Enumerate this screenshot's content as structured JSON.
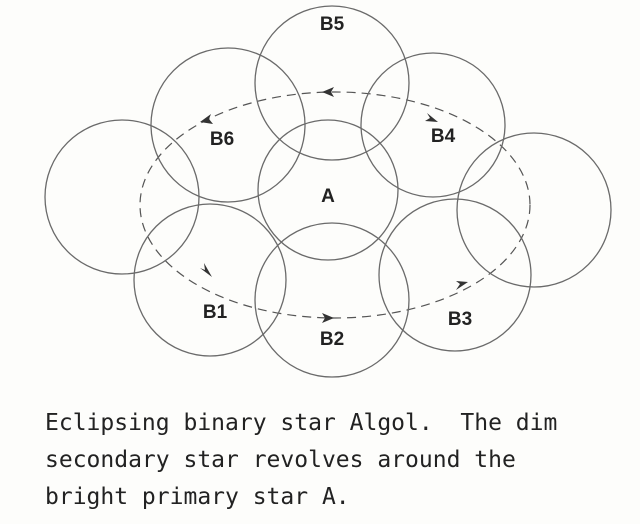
{
  "diagram": {
    "title": "Eclipsing binary star Algol",
    "primary_label": "A",
    "secondary_labels": [
      "B1",
      "B2",
      "B3",
      "B4",
      "B5",
      "B6"
    ],
    "orbit_direction": "counterclockwise"
  },
  "caption": {
    "lines": [
      "Eclipsing binary star Algol.  The dim",
      "secondary star revolves around the",
      "bright primary star A."
    ]
  }
}
